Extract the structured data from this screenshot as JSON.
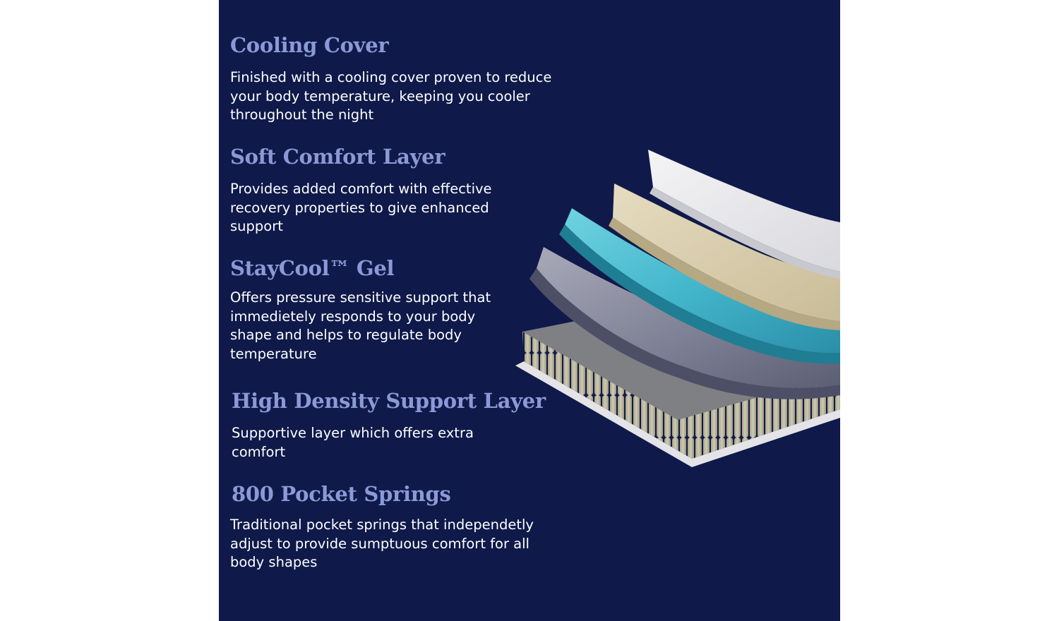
{
  "colors": {
    "panel_background": "#0f1a4a",
    "heading": "#8b9ad6",
    "body_text": "#ffffff",
    "page_background": "#ffffff"
  },
  "layers": [
    {
      "title": "Cooling Cover",
      "description": "Finished with a cooling cover proven to reduce your body temperature, keeping you cooler throughout the night"
    },
    {
      "title": "Soft Comfort Layer",
      "description": "Provides added comfort with effective recovery properties to give enhanced support"
    },
    {
      "title": "StayCool™ Gel",
      "description": "Offers pressure sensitive support that immedietely responds to your body shape and helps to regulate body temperature"
    },
    {
      "title": "High Density Support Layer",
      "description": "Supportive layer which offers extra comfort"
    },
    {
      "title": "800 Pocket Springs",
      "description": "Traditional pocket springs that independetly adjust to provide sumptuous comfort for all body shapes"
    }
  ],
  "illustration": {
    "icon": "mattress-layers-illustration"
  }
}
